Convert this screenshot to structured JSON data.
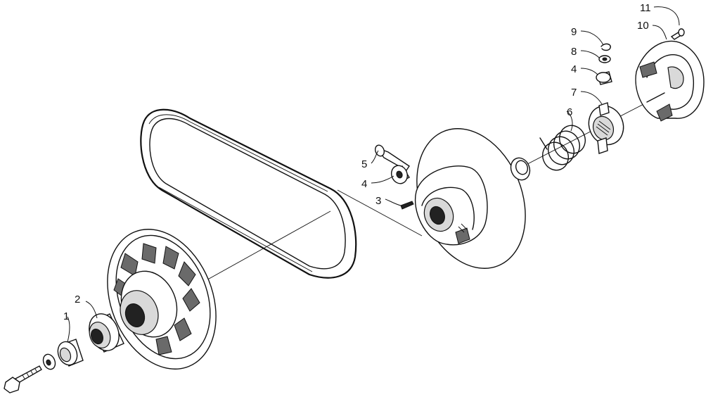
{
  "diagram": {
    "labels": {
      "l1": "1",
      "l2": "2",
      "l3": "3",
      "l4a": "4",
      "l4b": "4",
      "l5": "5",
      "l6": "6",
      "l7": "7",
      "l8": "8",
      "l9": "9",
      "l10": "10",
      "l11": "11"
    },
    "colors": {
      "line": "#111111",
      "shade": "#6a6a6a",
      "background": "#ffffff"
    }
  }
}
